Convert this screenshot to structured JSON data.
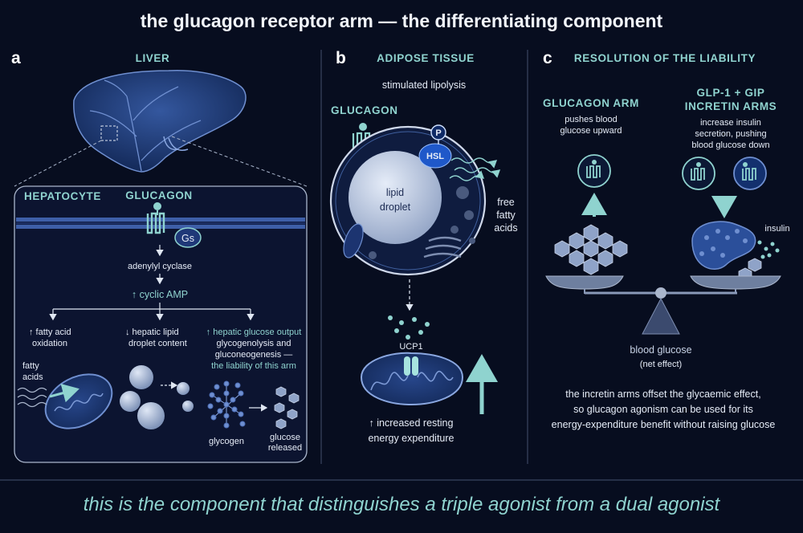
{
  "title": "the glucagon receptor arm — the differentiating component",
  "footer": "this is the component that distinguishes a triple agonist from a dual agonist",
  "panel_a": {
    "letter": "a",
    "heading": "LIVER",
    "hepatocyte": "HEPATOCYTE",
    "glucagon": "GLUCAGON",
    "gs": "Gs",
    "adenylyl": "adenylyl cyclase",
    "camp": "↑ cyclic AMP",
    "fatty_ox_1": "↑ fatty acid",
    "fatty_ox_2": "oxidation",
    "lipid_1": "↓ hepatic lipid",
    "lipid_2": "droplet content",
    "hgo": "↑ hepatic glucose output",
    "hgo_2": "glycogenolysis and",
    "hgo_3": "gluconeogenesis —",
    "hgo_4": "the liability of this arm",
    "fatty_acids_1": "fatty",
    "fatty_acids_2": "acids",
    "glycogen": "glycogen",
    "glucose_1": "glucose",
    "glucose_2": "released"
  },
  "panel_b": {
    "letter": "b",
    "heading": "ADIPOSE TISSUE",
    "sub": "stimulated lipolysis",
    "glucagon": "GLUCAGON",
    "p": "P",
    "hsl": "HSL",
    "lipid_1": "lipid",
    "lipid_2": "droplet",
    "ffa_1": "free",
    "ffa_2": "fatty",
    "ffa_3": "acids",
    "ucp1": "UCP1",
    "energy_1": "↑ increased resting",
    "energy_2": "energy expenditure"
  },
  "panel_c": {
    "letter": "c",
    "heading": "RESOLUTION OF THE LIABILITY",
    "glucagon_arm": "GLUCAGON ARM",
    "glucagon_desc_1": "pushes blood",
    "glucagon_desc_2": "glucose upward",
    "incretin_1": "GLP-1 + GIP",
    "incretin_2": "INCRETIN ARMS",
    "incretin_desc_1": "increase insulin",
    "incretin_desc_2": "secretion, pushing",
    "incretin_desc_3": "blood glucose down",
    "insulin": "insulin",
    "blood_glucose": "blood glucose",
    "net_effect": "(net effect)",
    "summary_1": "the incretin arms offset the glycaemic effect,",
    "summary_2": "so glucagon agonism can be used for its",
    "summary_3": "energy-expenditure benefit without raising glucose"
  },
  "colors": {
    "background": "#070d1f",
    "accent_teal": "#8fd3cf",
    "organ_blue": "#2b4f9a",
    "text": "#e6ecf7"
  }
}
